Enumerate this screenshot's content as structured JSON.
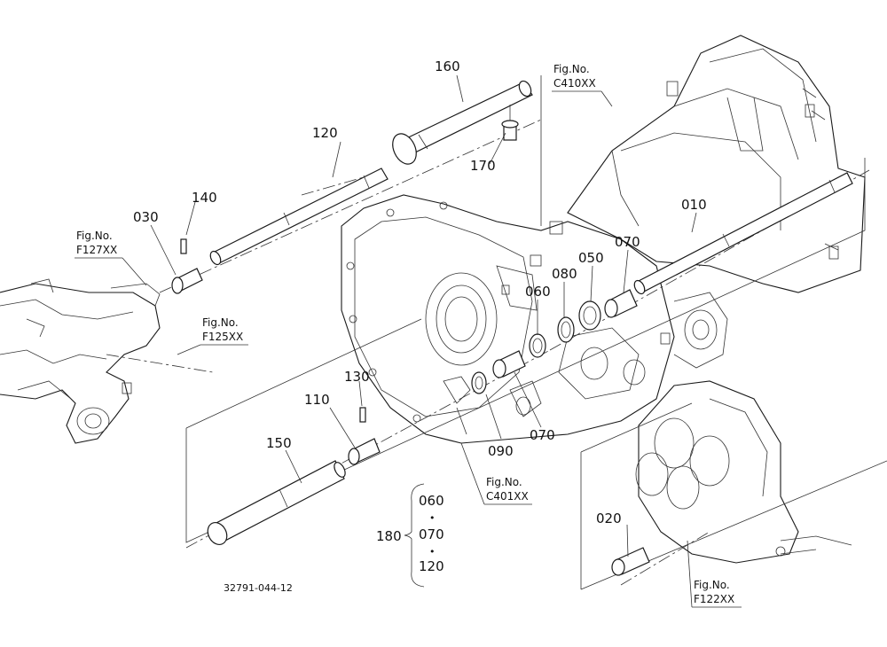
{
  "parts": [
    {
      "id": "p010",
      "label": "010"
    },
    {
      "id": "p020",
      "label": "020"
    },
    {
      "id": "p030",
      "label": "030"
    },
    {
      "id": "p050",
      "label": "050"
    },
    {
      "id": "p060",
      "label": "060"
    },
    {
      "id": "p070a",
      "label": "070"
    },
    {
      "id": "p070b",
      "label": "070"
    },
    {
      "id": "p080",
      "label": "080"
    },
    {
      "id": "p090",
      "label": "090"
    },
    {
      "id": "p110",
      "label": "110"
    },
    {
      "id": "p120",
      "label": "120"
    },
    {
      "id": "p130",
      "label": "130"
    },
    {
      "id": "p140",
      "label": "140"
    },
    {
      "id": "p150",
      "label": "150"
    },
    {
      "id": "p160",
      "label": "160"
    },
    {
      "id": "p170",
      "label": "170"
    }
  ],
  "figure_refs": [
    {
      "id": "c410",
      "prefix": "Fig.No.",
      "code": "C410XX"
    },
    {
      "id": "f127",
      "prefix": "Fig.No.",
      "code": "F127XX"
    },
    {
      "id": "f125",
      "prefix": "Fig.No.",
      "code": "F125XX"
    },
    {
      "id": "c401",
      "prefix": "Fig.No.",
      "code": "C401XX"
    },
    {
      "id": "f122",
      "prefix": "Fig.No.",
      "code": "F122XX"
    }
  ],
  "kit": {
    "label": "180",
    "items": [
      "060",
      "070",
      "120"
    ],
    "dot": "•"
  },
  "drawing_code": "32791-044-12"
}
